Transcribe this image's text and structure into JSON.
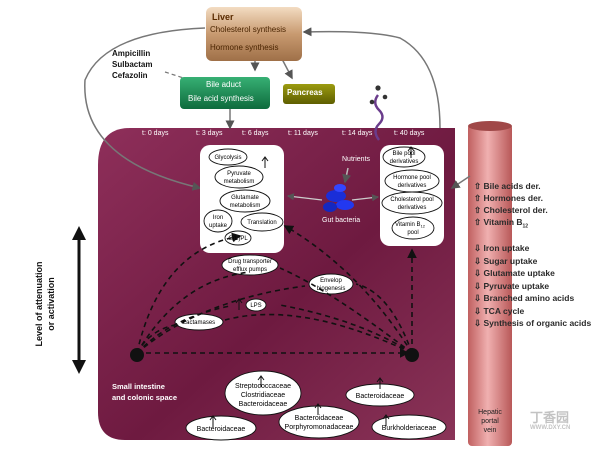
{
  "liver": {
    "title": "Liver",
    "line1": "Cholesterol synthesis",
    "line2": "Hormone synthesis"
  },
  "antibiotics": [
    "Ampicillin",
    "Sulbactam",
    "Cefazolin"
  ],
  "bile_adduct": {
    "line1": "Bile aduct",
    "line2": "Bile acid synthesis"
  },
  "pancreas": "Pancreas",
  "timepoints": [
    "t: 0 days",
    "t: 3 days",
    "t: 6 days",
    "t: 11 days",
    "t: 14 days",
    "t: 40 days"
  ],
  "nutrients": "Nutrients",
  "gut_bacteria": "Gut bacteria",
  "metabolism_box": {
    "glycolysis": "Glycolysis",
    "pyruvate": [
      "Pyruvate",
      "metabolism"
    ],
    "glutamate": [
      "Glutamate",
      "metabolism"
    ],
    "iron": [
      "Iron",
      "uptake"
    ],
    "translation": "Translation",
    "gplr": "G(L)PL"
  },
  "bile_box": {
    "bile_pool": [
      "Bile pool",
      "derivatives"
    ],
    "hormone_pool": [
      "Hormone pool",
      "derivatives"
    ],
    "cholesterol_pool": [
      "Cholesterol pool",
      "derivatives"
    ],
    "vitamin": [
      "Vitamin B",
      "12",
      "pool"
    ]
  },
  "inner_labels": {
    "drug_transporter": [
      "Drug transporter",
      "efflux pumps"
    ],
    "envelop": [
      "Envelop",
      "biogenesis"
    ],
    "lps": "LPS",
    "lactamases": "Lactamases"
  },
  "y_axis_label": [
    "Level of attenuation",
    "or activation"
  ],
  "small_intestine": [
    "Small intestine",
    "and colonic space"
  ],
  "bacteria_groups": {
    "center": [
      "Streptococcaceae",
      "Clostridiaceae",
      "Bacteroidaceae"
    ],
    "right": "Bacteroidaceae",
    "bottom_left": "Bacteroidaceae",
    "bottom_center": [
      "Bacteroidaceae",
      "Porphyromonadaceae"
    ],
    "bottom_right": "Burkholderiaceae"
  },
  "up_list": [
    "Bile acids der.",
    "Hormones der.",
    "Cholesterol der.",
    "Vitamin B"
  ],
  "vitamin_sub": "12",
  "down_list": [
    "Iron uptake",
    "Sugar uptake",
    "Glutamate uptake",
    "Pyruvate uptake",
    "Branched amino acids",
    "TCA cycle",
    "Synthesis of organic acids"
  ],
  "hepatic": [
    "Hepatic",
    "portal",
    "vein"
  ],
  "watermark": [
    "丁香园",
    "WWW.DXY.CN"
  ],
  "colors": {
    "gut_dark": "#7a1f48",
    "gut_light": "#a8466f",
    "vein": "#d08080",
    "liver": "#c9a07a",
    "bile_adduct": "#178a52",
    "pancreas": "#7a7a00"
  }
}
